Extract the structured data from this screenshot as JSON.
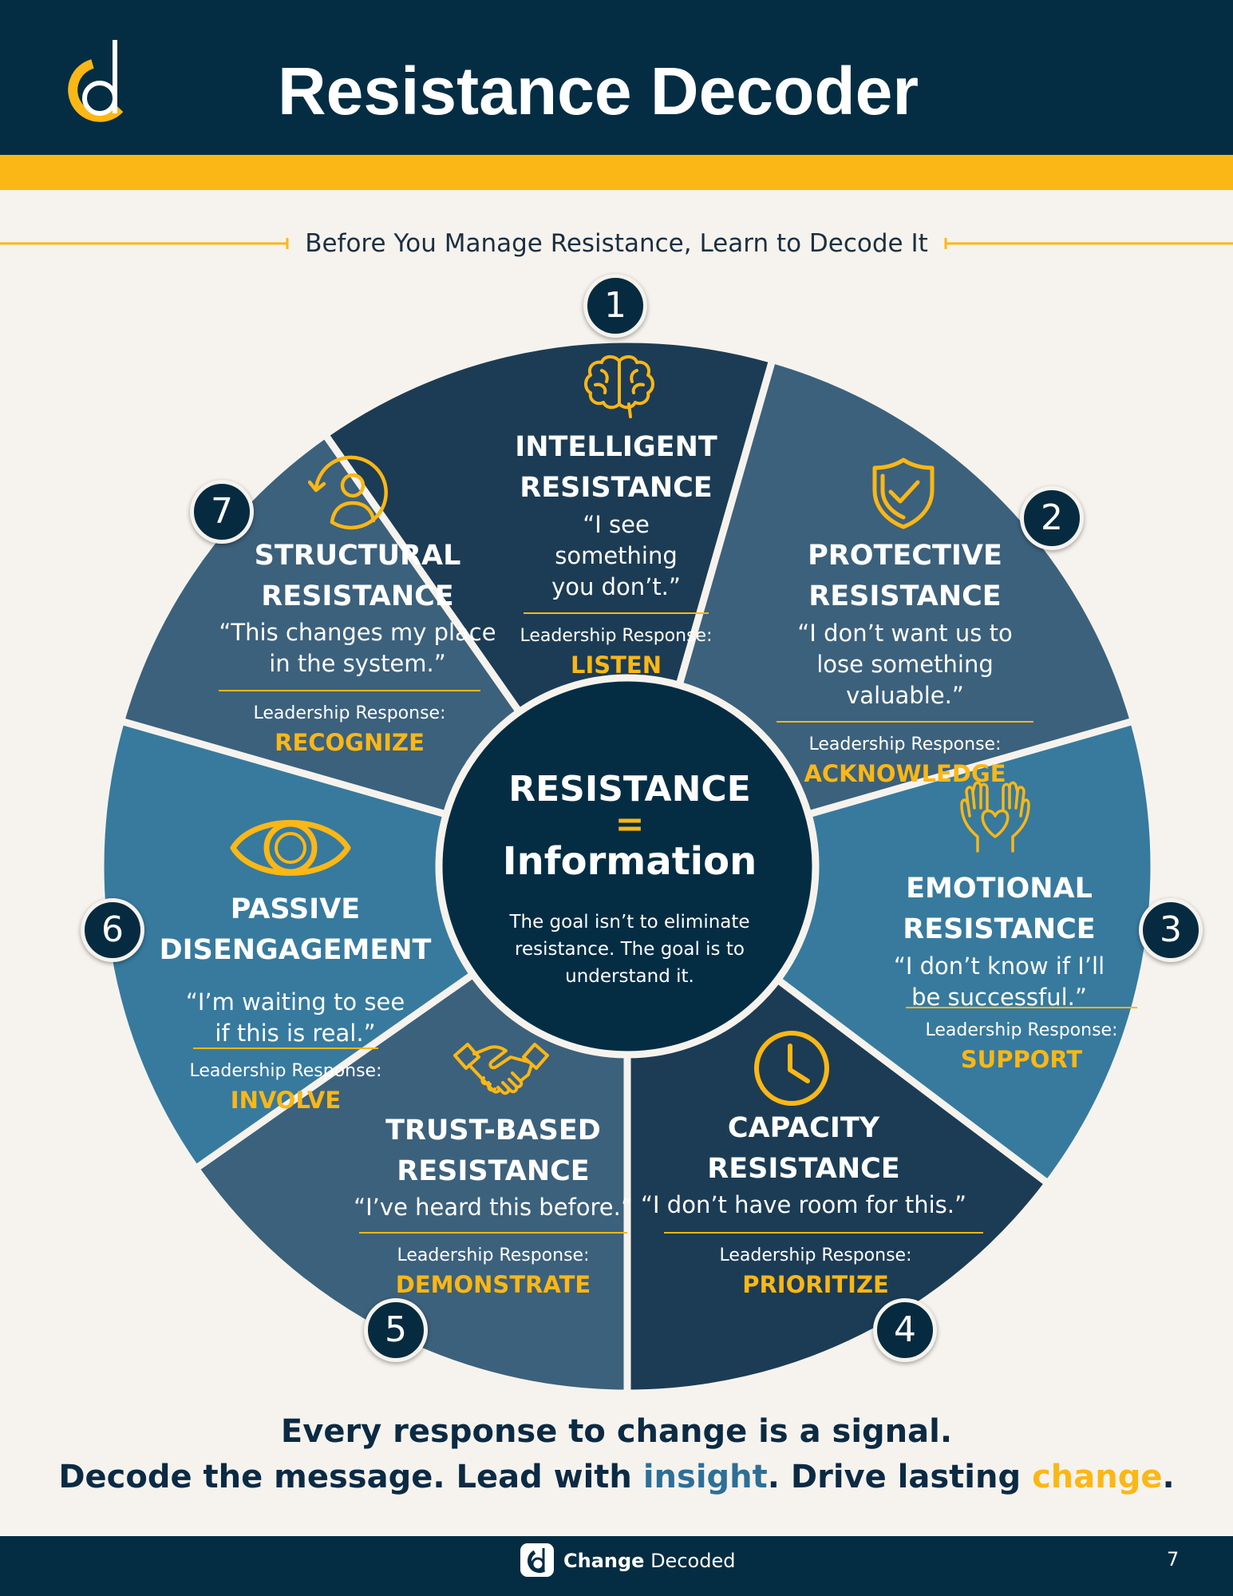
{
  "header": {
    "title": "Resistance Decoder"
  },
  "subtitle": "Before You Manage Resistance, Learn to Decode It",
  "center": {
    "title": "RESISTANCE",
    "equals": "=",
    "subtitle": "Information",
    "description": "The goal isn’t to eliminate resistance. The goal is to understand it."
  },
  "sections": [
    {
      "number": "1",
      "title_lines": [
        "INTELLIGENT",
        "RESISTANCE"
      ],
      "quote": "“I see something you don’t.”",
      "response_label": "Leadership Response:",
      "response": "LISTEN",
      "icon": "brain-icon"
    },
    {
      "number": "2",
      "title_lines": [
        "PROTECTIVE",
        "RESISTANCE"
      ],
      "quote": "“I don’t want us to lose something valuable.”",
      "response_label": "Leadership Response:",
      "response": "ACKNOWLEDGE",
      "icon": "shield-check-icon"
    },
    {
      "number": "3",
      "title_lines": [
        "EMOTIONAL",
        "RESISTANCE"
      ],
      "quote": "“I don’t know if I’ll be successful.”",
      "response_label": "Leadership Response:",
      "response": "SUPPORT",
      "icon": "hands-heart-icon"
    },
    {
      "number": "4",
      "title_lines": [
        "CAPACITY",
        "RESISTANCE"
      ],
      "quote": "“I don’t have room for this.”",
      "response_label": "Leadership Response:",
      "response": "PRIORITIZE",
      "icon": "clock-icon"
    },
    {
      "number": "5",
      "title_lines": [
        "TRUST-BASED",
        "RESISTANCE"
      ],
      "quote": "“I’ve heard this before.”",
      "response_label": "Leadership Response:",
      "response": "DEMONSTRATE",
      "icon": "handshake-icon"
    },
    {
      "number": "6",
      "title_lines": [
        "PASSIVE",
        "DISENGAGEMENT"
      ],
      "quote": "“I’m waiting to see if this is real.”",
      "response_label": "Leadership Response:",
      "response": "INVOLVE",
      "icon": "eye-icon"
    },
    {
      "number": "7",
      "title_lines": [
        "STRUCTURAL",
        "RESISTANCE"
      ],
      "quote": "“This changes my place in the system.”",
      "response_label": "Leadership Response:",
      "response": "RECOGNIZE",
      "icon": "user-rotate-icon"
    }
  ],
  "footer": {
    "line1": "Every response to change is a signal.",
    "line2_a": "Decode the message. Lead with ",
    "line2_insight": "insight",
    "line2_b": ". Drive lasting ",
    "line2_change": "change",
    "line2_c": "."
  },
  "bottom_bar": {
    "brand_bold": "Change",
    "brand_light": "Decoded",
    "page_number": "7"
  },
  "colors": {
    "navy": "#042d44",
    "gold": "#fbb715",
    "background": "#f6f3ee",
    "segment_dark": "#1c3c55",
    "segment_mid": "#3c617c",
    "segment_light": "#377a9e",
    "insight_blue": "#2e6f97"
  }
}
